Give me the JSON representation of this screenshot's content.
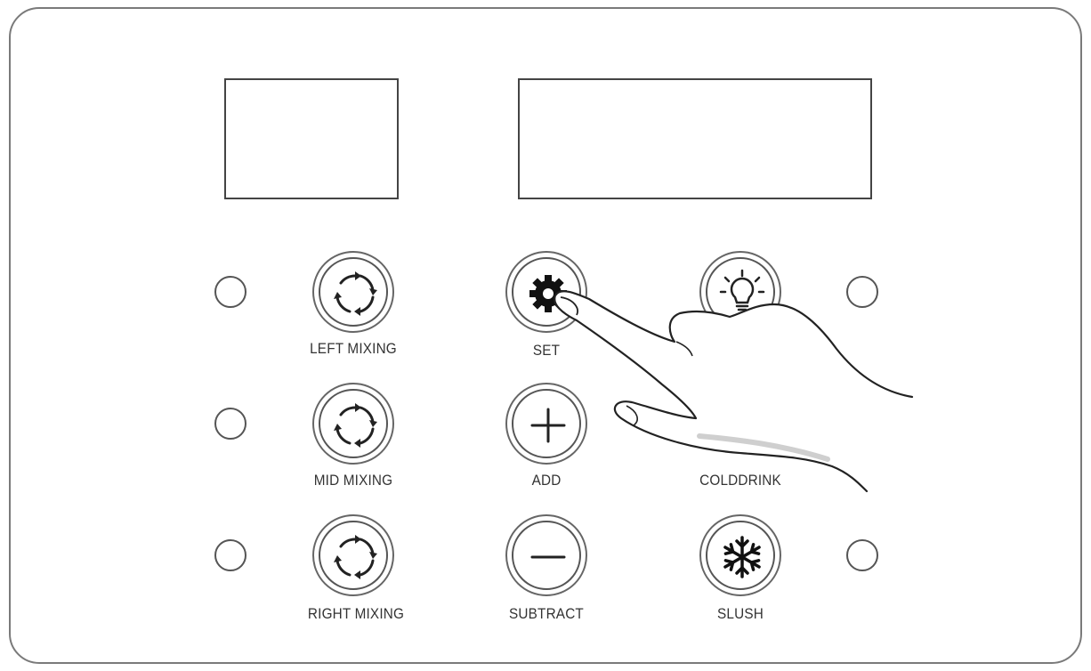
{
  "panel": {
    "buttons": {
      "left_mixing": {
        "label": "LEFT MIXING",
        "icon": "rotate-arrows-icon"
      },
      "mid_mixing": {
        "label": "MID MIXING",
        "icon": "rotate-arrows-icon"
      },
      "right_mixing": {
        "label": "RIGHT MIXING",
        "icon": "rotate-arrows-icon"
      },
      "set": {
        "label": "SET",
        "icon": "gear-icon"
      },
      "add": {
        "label": "ADD",
        "icon": "plus-icon"
      },
      "subtract": {
        "label": "SUBTRACT",
        "icon": "minus-icon"
      },
      "colddrink": {
        "label": "COLDDRINK",
        "icon": "light-bulb-icon"
      },
      "slush": {
        "label": "SLUSH",
        "icon": "snowflake-icon"
      }
    },
    "indicators": [
      "left-mixing-led",
      "mid-mixing-led",
      "right-mixing-led",
      "colddrink-led",
      "slush-led"
    ]
  }
}
